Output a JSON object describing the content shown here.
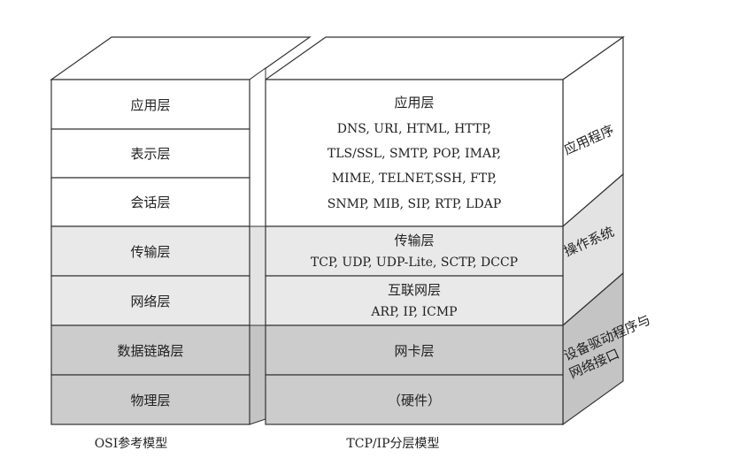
{
  "osi_model": {
    "title": "OSI参考模型",
    "layers": [
      {
        "name": "应用层",
        "shade": "white"
      },
      {
        "name": "表示层",
        "shade": "white"
      },
      {
        "name": "会话层",
        "shade": "white"
      },
      {
        "name": "传输层",
        "shade": "light"
      },
      {
        "name": "网络层",
        "shade": "light"
      },
      {
        "name": "数据链路层",
        "shade": "dark"
      },
      {
        "name": "物理层",
        "shade": "dark"
      }
    ]
  },
  "tcpip_model": {
    "title": "TCP/IP分层模型",
    "layers": [
      {
        "name": "应用层",
        "protocols": [
          "DNS, URI, HTML, HTTP,",
          "TLS/SSL, SMTP, POP, IMAP,",
          "MIME, TELNET,SSH, FTP,",
          "SNMP, MIB, SIP, RTP, LDAP"
        ],
        "shade": "white"
      },
      {
        "name": "传输层",
        "protocols": [
          "TCP, UDP, UDP-Lite, SCTP, DCCP"
        ],
        "shade": "light"
      },
      {
        "name": "互联网层",
        "protocols": [
          "ARP, IP, ICMP"
        ],
        "shade": "light"
      },
      {
        "name": "网卡层",
        "protocols": [],
        "shade": "dark"
      },
      {
        "name": "（硬件）",
        "protocols": [],
        "shade": "dark"
      }
    ]
  },
  "side_labels": {
    "application_program": "应用程序",
    "operating_system": "操作系统",
    "device_driver_line1": "设备驱动程序与",
    "device_driver_line2": "网络接口"
  },
  "colors": {
    "white": "#ffffff",
    "light": "#e9e9e9",
    "dark": "#cccccc",
    "side_white": "#ffffff",
    "side_light": "#e3e3e3",
    "side_dark": "#c4c4c4",
    "stroke": "#333333"
  }
}
